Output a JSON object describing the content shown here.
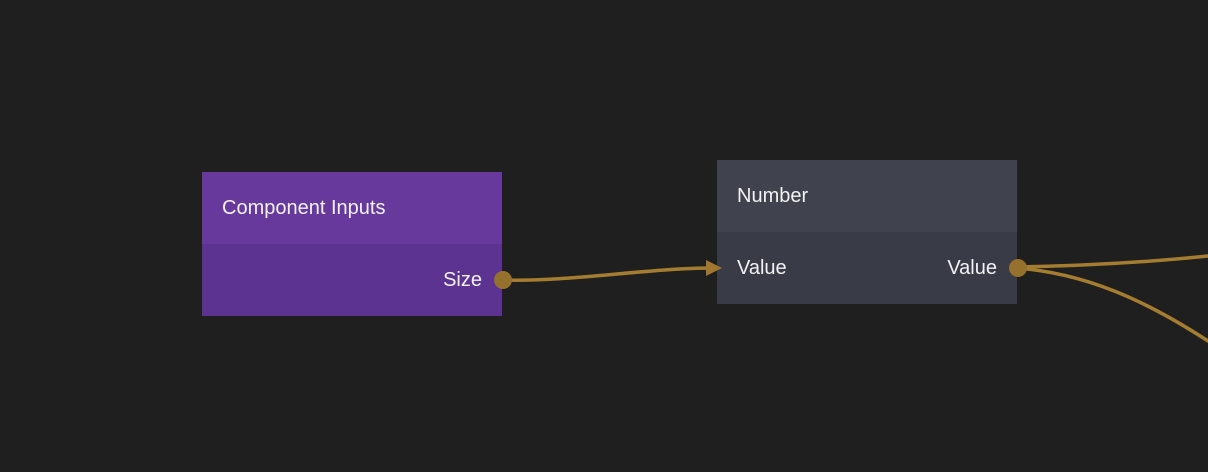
{
  "canvas": {
    "background_color": "#1f1f20",
    "wire_color": "#a57d31",
    "port_color": "#96702d"
  },
  "nodes": [
    {
      "title": "Component Inputs",
      "header_color": "#67399c",
      "body_color": "#5c3391",
      "outputs": [
        {
          "label": "Size",
          "port_shape": "circle"
        }
      ],
      "inputs": []
    },
    {
      "title": "Number",
      "header_color": "#40434e",
      "body_color": "#393c47",
      "inputs": [
        {
          "label": "Value",
          "port_shape": "arrow"
        }
      ],
      "outputs": [
        {
          "label": "Value",
          "port_shape": "circle"
        }
      ]
    }
  ],
  "connections": [
    {
      "from": "Component Inputs.Size",
      "to": "Number.Value"
    },
    {
      "from": "Number.Value",
      "to": "offscreen-right-upper"
    },
    {
      "from": "Number.Value",
      "to": "offscreen-right-lower"
    }
  ]
}
